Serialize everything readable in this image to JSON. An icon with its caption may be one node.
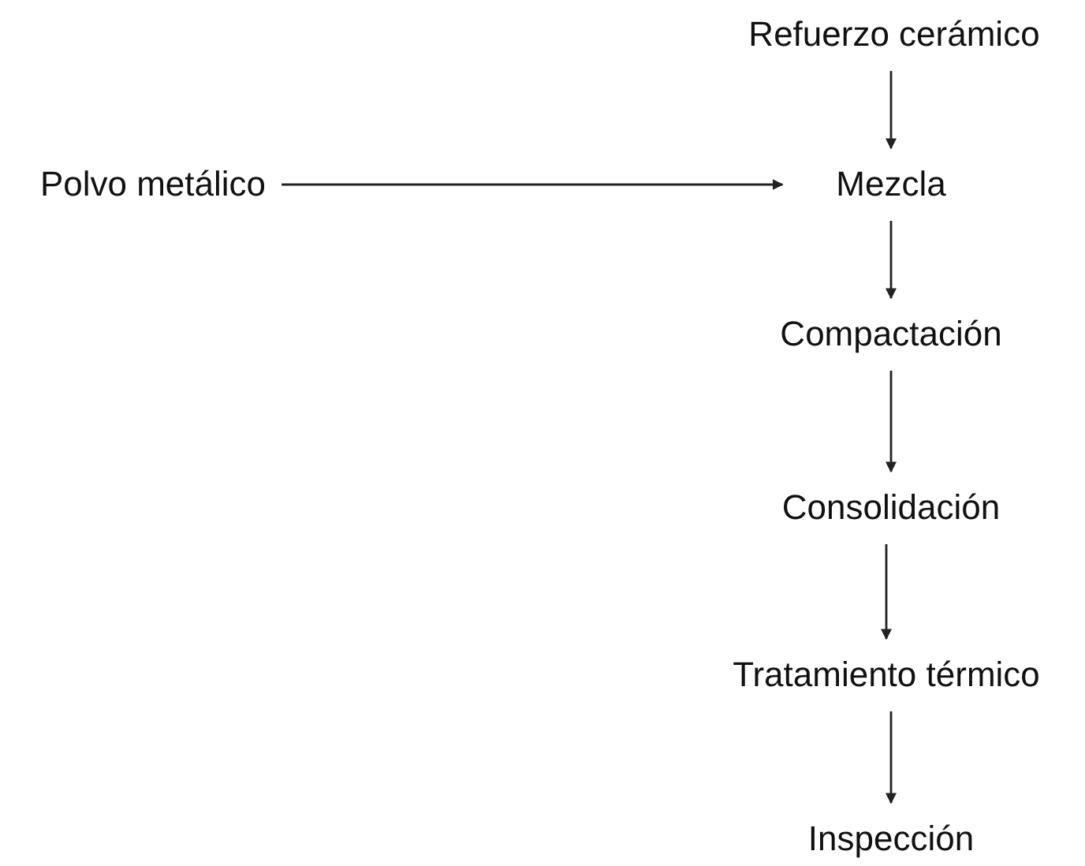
{
  "diagram": {
    "nodes": [
      {
        "text": [
          "Refuerzo cerámico"
        ]
      },
      {
        "text": [
          "Polvo metálico"
        ]
      },
      {
        "text": [
          "Mezcla"
        ]
      },
      {
        "text": [
          "Compactación"
        ]
      },
      {
        "text": [
          "Consolidación"
        ]
      },
      {
        "text": [
          "Tratamiento térmico"
        ]
      },
      {
        "text": [
          "Inspección"
        ]
      }
    ],
    "edges": [
      {
        "from": 0,
        "to": 2,
        "arrow": "to"
      },
      {
        "from": 1,
        "to": 2,
        "arrow": "to"
      },
      {
        "from": 2,
        "to": 3,
        "arrow": "to"
      },
      {
        "from": 3,
        "to": 4,
        "arrow": "to"
      },
      {
        "from": 4,
        "to": 5,
        "arrow": "to"
      },
      {
        "from": 5,
        "to": 6,
        "arrow": "to"
      }
    ]
  }
}
